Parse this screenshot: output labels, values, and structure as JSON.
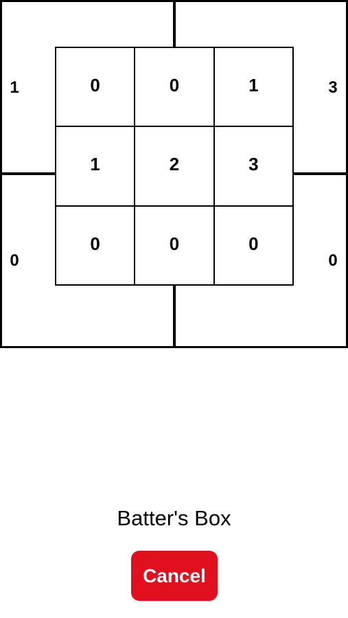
{
  "zone_chart": {
    "outer": {
      "top_left": "1",
      "top_right": "3",
      "bottom_left": "0",
      "bottom_right": "0"
    },
    "inner": [
      [
        "0",
        "0",
        "1"
      ],
      [
        "1",
        "2",
        "3"
      ],
      [
        "0",
        "0",
        "0"
      ]
    ]
  },
  "footer": {
    "title": "Batter's Box",
    "cancel_label": "Cancel"
  },
  "colors": {
    "cancel_button": "#e0101e",
    "grid_lines": "#000000"
  }
}
